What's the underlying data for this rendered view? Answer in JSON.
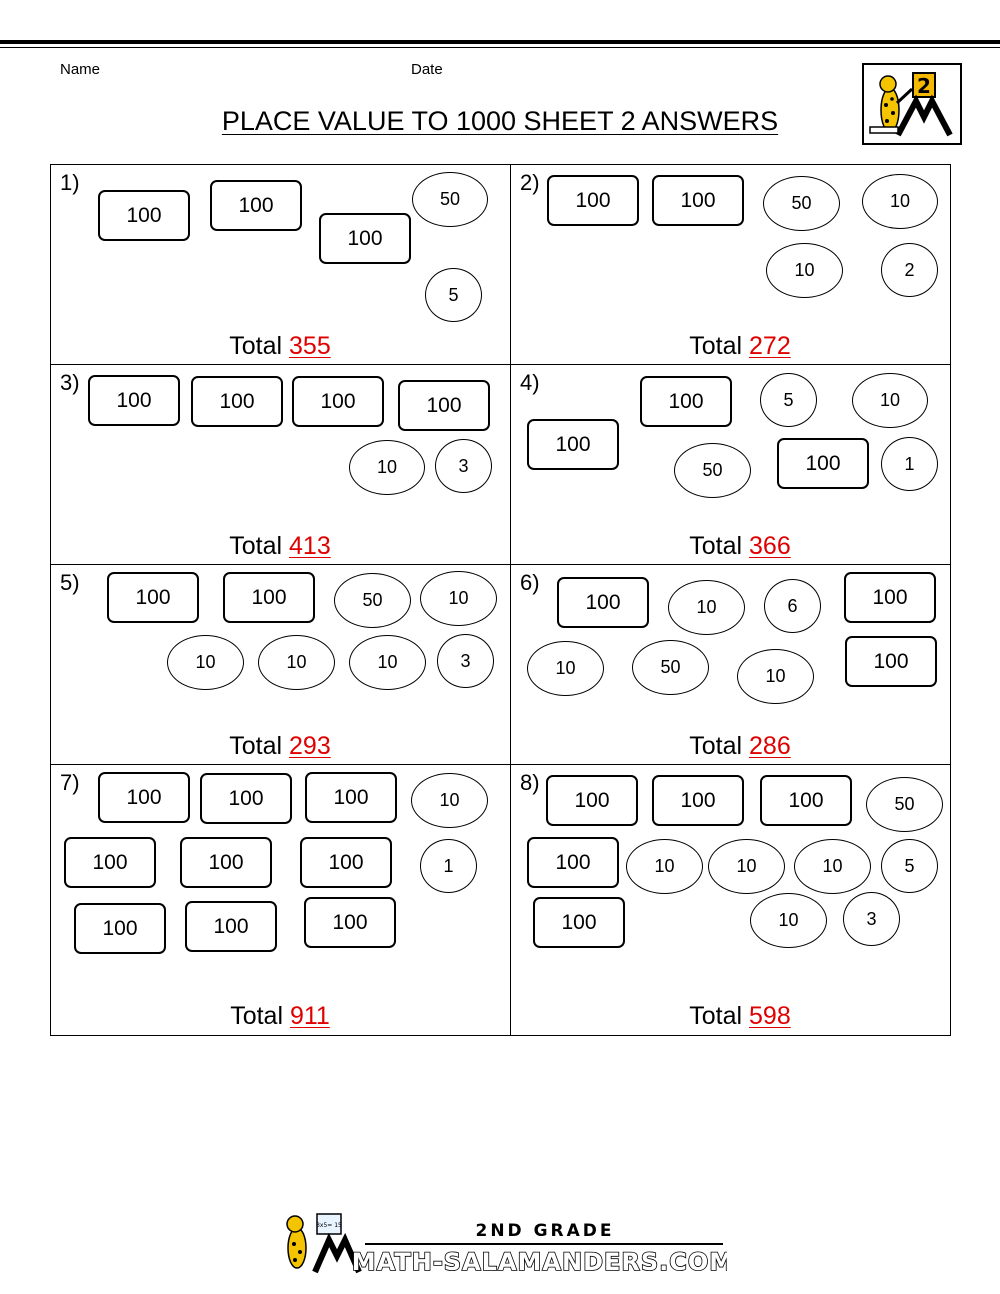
{
  "header": {
    "name_label": "Name",
    "date_label": "Date",
    "title": "PLACE VALUE TO 1000 SHEET 2 ANSWERS"
  },
  "logo": {
    "grade_number": "2"
  },
  "problems": [
    {
      "number": "1)",
      "total_label": "Total",
      "answer": "355",
      "blocks": [
        "100",
        "100",
        "100"
      ],
      "ovals": [
        "50",
        "5"
      ]
    },
    {
      "number": "2)",
      "total_label": "Total",
      "answer": "272",
      "blocks": [
        "100",
        "100"
      ],
      "ovals": [
        "50",
        "10",
        "10",
        "2"
      ]
    },
    {
      "number": "3)",
      "total_label": "Total",
      "answer": "413",
      "blocks": [
        "100",
        "100",
        "100",
        "100"
      ],
      "ovals": [
        "10",
        "3"
      ]
    },
    {
      "number": "4)",
      "total_label": "Total",
      "answer": "366",
      "blocks": [
        "100",
        "100",
        "100"
      ],
      "ovals": [
        "5",
        "10",
        "50",
        "1"
      ]
    },
    {
      "number": "5)",
      "total_label": "Total",
      "answer": "293",
      "blocks": [
        "100",
        "100"
      ],
      "ovals": [
        "50",
        "10",
        "10",
        "10",
        "10",
        "3"
      ]
    },
    {
      "number": "6)",
      "total_label": "Total",
      "answer": "286",
      "blocks": [
        "100",
        "100",
        "100"
      ],
      "ovals": [
        "10",
        "6",
        "10",
        "50",
        "10"
      ]
    },
    {
      "number": "7)",
      "total_label": "Total",
      "answer": "911",
      "blocks": [
        "100",
        "100",
        "100",
        "100",
        "100",
        "100",
        "100",
        "100",
        "100"
      ],
      "ovals": [
        "10",
        "1"
      ]
    },
    {
      "number": "8)",
      "total_label": "Total",
      "answer": "598",
      "blocks": [
        "100",
        "100",
        "100",
        "100",
        "100"
      ],
      "ovals": [
        "50",
        "10",
        "10",
        "10",
        "5",
        "10",
        "3"
      ]
    }
  ],
  "footer": {
    "grade": "2ND GRADE",
    "site": "MATH-SALAMANDERS.COM",
    "board_text": "3x5= 15"
  }
}
